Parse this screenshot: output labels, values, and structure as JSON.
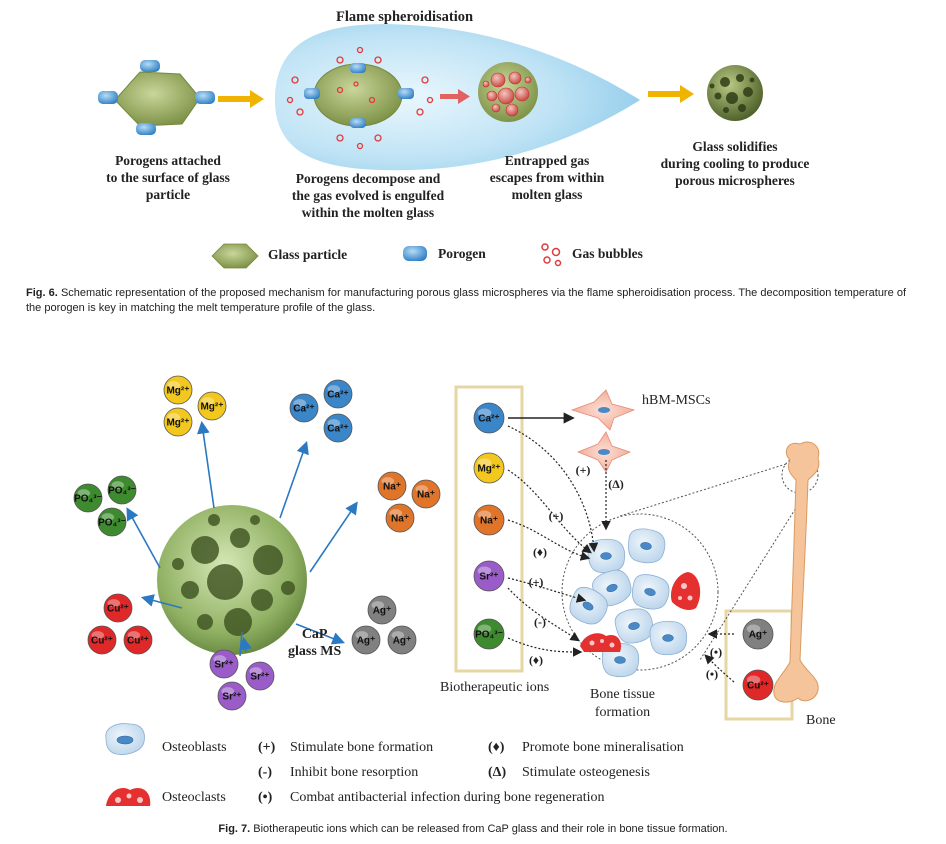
{
  "fig6": {
    "title": "Flame spheroidisation",
    "stage1": [
      "Porogens attached",
      "to the surface of glass",
      "particle"
    ],
    "stage2": [
      "Porogens decompose and",
      "the gas evolved is engulfed",
      "within the molten glass"
    ],
    "stage3": [
      "Entrapped gas",
      "escapes from within",
      "molten glass"
    ],
    "stage4": [
      "Glass solidifies",
      "during cooling to produce",
      "porous microspheres"
    ],
    "legend": {
      "glass": "Glass particle",
      "porogen": "Porogen",
      "gas": "Gas bubbles"
    },
    "caption_label": "Fig. 6.",
    "caption_text": "Schematic representation of the proposed mechanism for manufacturing porous glass microspheres via the flame spheroidisation process. The decomposition temperature of the porogen is key in matching the melt temperature profile of the glass.",
    "colors": {
      "glass": "#9fb26a",
      "porogen": "#3d8fd0",
      "gas": "#e03a3a",
      "flame": "#bfe3f5",
      "arrow": "#f0b400"
    }
  },
  "fig7": {
    "sphere_label": [
      "CaP",
      "glass MS"
    ],
    "ions": {
      "mg": "Mg²⁺",
      "ca": "Ca²⁺",
      "na": "Na⁺",
      "ag": "Ag⁺",
      "sr": "Sr²⁺",
      "cu": "Cu²⁺",
      "po4": "PO₄³⁻"
    },
    "box_ions": [
      "Ca²⁺",
      "Mg²⁺",
      "Na⁺",
      "Sr²⁺",
      "PO₄³⁻"
    ],
    "side_ions": [
      "Ag⁺",
      "Cu²⁺"
    ],
    "effects": {
      "plus": "(+)",
      "minus": "(-)",
      "delta": "(Δ)",
      "diamond": "(♦)",
      "dot": "(•)"
    },
    "hbm": "hBM-MSCs",
    "biothera": "Biotherapeutic ions",
    "bone_tissue": [
      "Bone tissue",
      "formation"
    ],
    "bone": "Bone",
    "legend": {
      "osteoblasts": "Osteoblasts",
      "osteoclasts": "Osteoclasts",
      "plus_sym": "(+)",
      "plus_txt": "Stimulate bone formation",
      "minus_sym": "(-)",
      "minus_txt": "Inhibit bone resorption",
      "dot_sym": "(•)",
      "dot_txt": "Combat antibacterial infection during bone regeneration",
      "diamond_sym": "(♦)",
      "diamond_txt": "Promote bone mineralisation",
      "delta_sym": "(Δ)",
      "delta_txt": "Stimulate osteogenesis"
    },
    "caption_label": "Fig. 7.",
    "caption_text": "Biotherapeutic ions which can be released from CaP glass and their role in bone tissue formation.",
    "colors": {
      "mg": "#f2c81e",
      "ca": "#3a86c8",
      "na": "#e07428",
      "ag": "#808080",
      "sr": "#9a5cc8",
      "cu": "#e02828",
      "po4": "#3e8a2e",
      "box": "#e8d9a8",
      "bone": "#f5c49a",
      "msc": "#f7b9a6"
    }
  }
}
